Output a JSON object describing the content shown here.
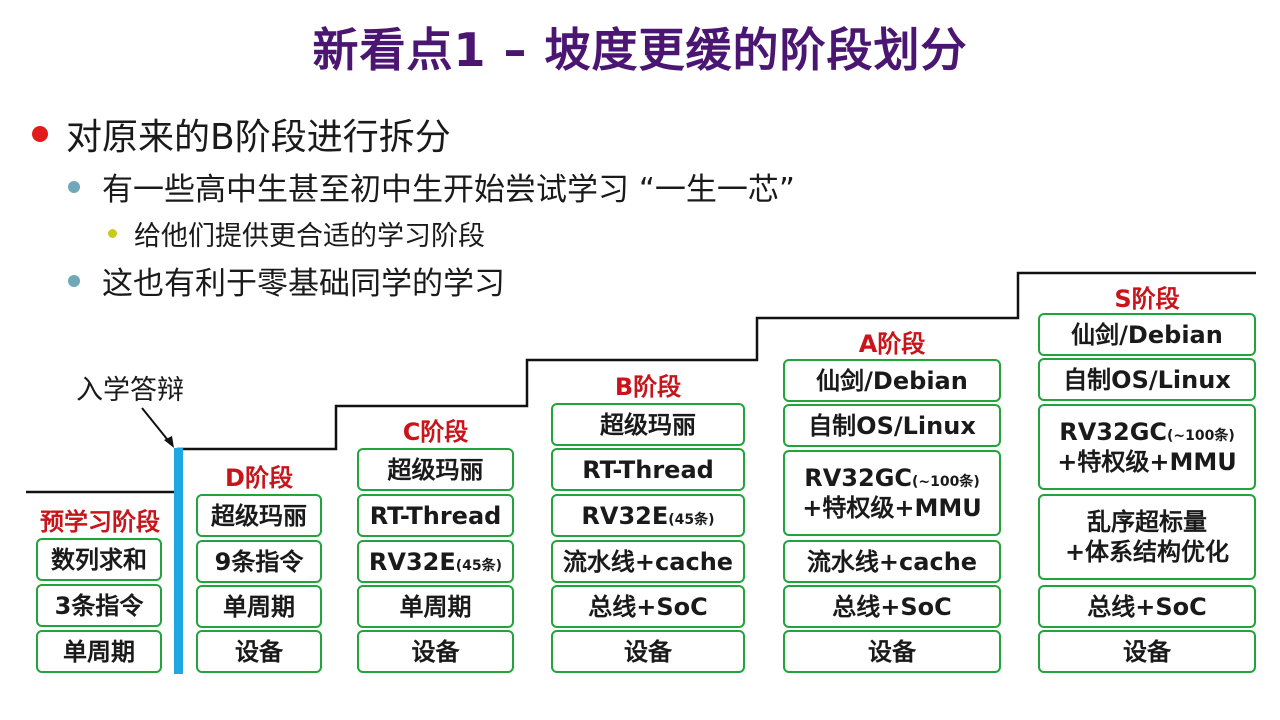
{
  "title": "新看点1 – 坡度更缓的阶段划分",
  "bullets": {
    "b1": "对原来的B阶段进行拆分",
    "b1_1": "有一些高中生甚至初中生开始尝试学习 “一生一芯”",
    "b1_1_1": "给他们提供更合适的学习阶段",
    "b1_2": "这也有利于零基础同学的学习"
  },
  "annotation": "入学答辩",
  "colors": {
    "title": "#4b1572",
    "stage_label": "#c8151b",
    "box_border": "#22a33c",
    "divider": "#1ea7e1"
  },
  "stages": [
    {
      "label": "预学习阶段",
      "items": [
        "数列求和",
        "3条指令",
        "单周期"
      ]
    },
    {
      "label": "D阶段",
      "items": [
        "超级玛丽",
        "9条指令",
        "单周期",
        "设备"
      ]
    },
    {
      "label": "C阶段",
      "items": [
        "超级玛丽",
        "RT-Thread",
        "RV32E",
        "单周期",
        "设备"
      ],
      "rv_note": "(45条)"
    },
    {
      "label": "B阶段",
      "items": [
        "超级玛丽",
        "RT-Thread",
        "RV32E",
        "流水线+cache",
        "总线+SoC",
        "设备"
      ],
      "rv_note": "(45条)"
    },
    {
      "label": "A阶段",
      "items": [
        "仙剑/Debian",
        "自制OS/Linux",
        "RV32GC",
        "+特权级+MMU",
        "流水线+cache",
        "总线+SoC",
        "设备"
      ],
      "rv_note": "(~100条)"
    },
    {
      "label": "S阶段",
      "items": [
        "仙剑/Debian",
        "自制OS/Linux",
        "RV32GC",
        "+特权级+MMU",
        "乱序超标量",
        "+体系结构优化",
        "总线+SoC",
        "设备"
      ],
      "rv_note": "(~100条)"
    }
  ]
}
